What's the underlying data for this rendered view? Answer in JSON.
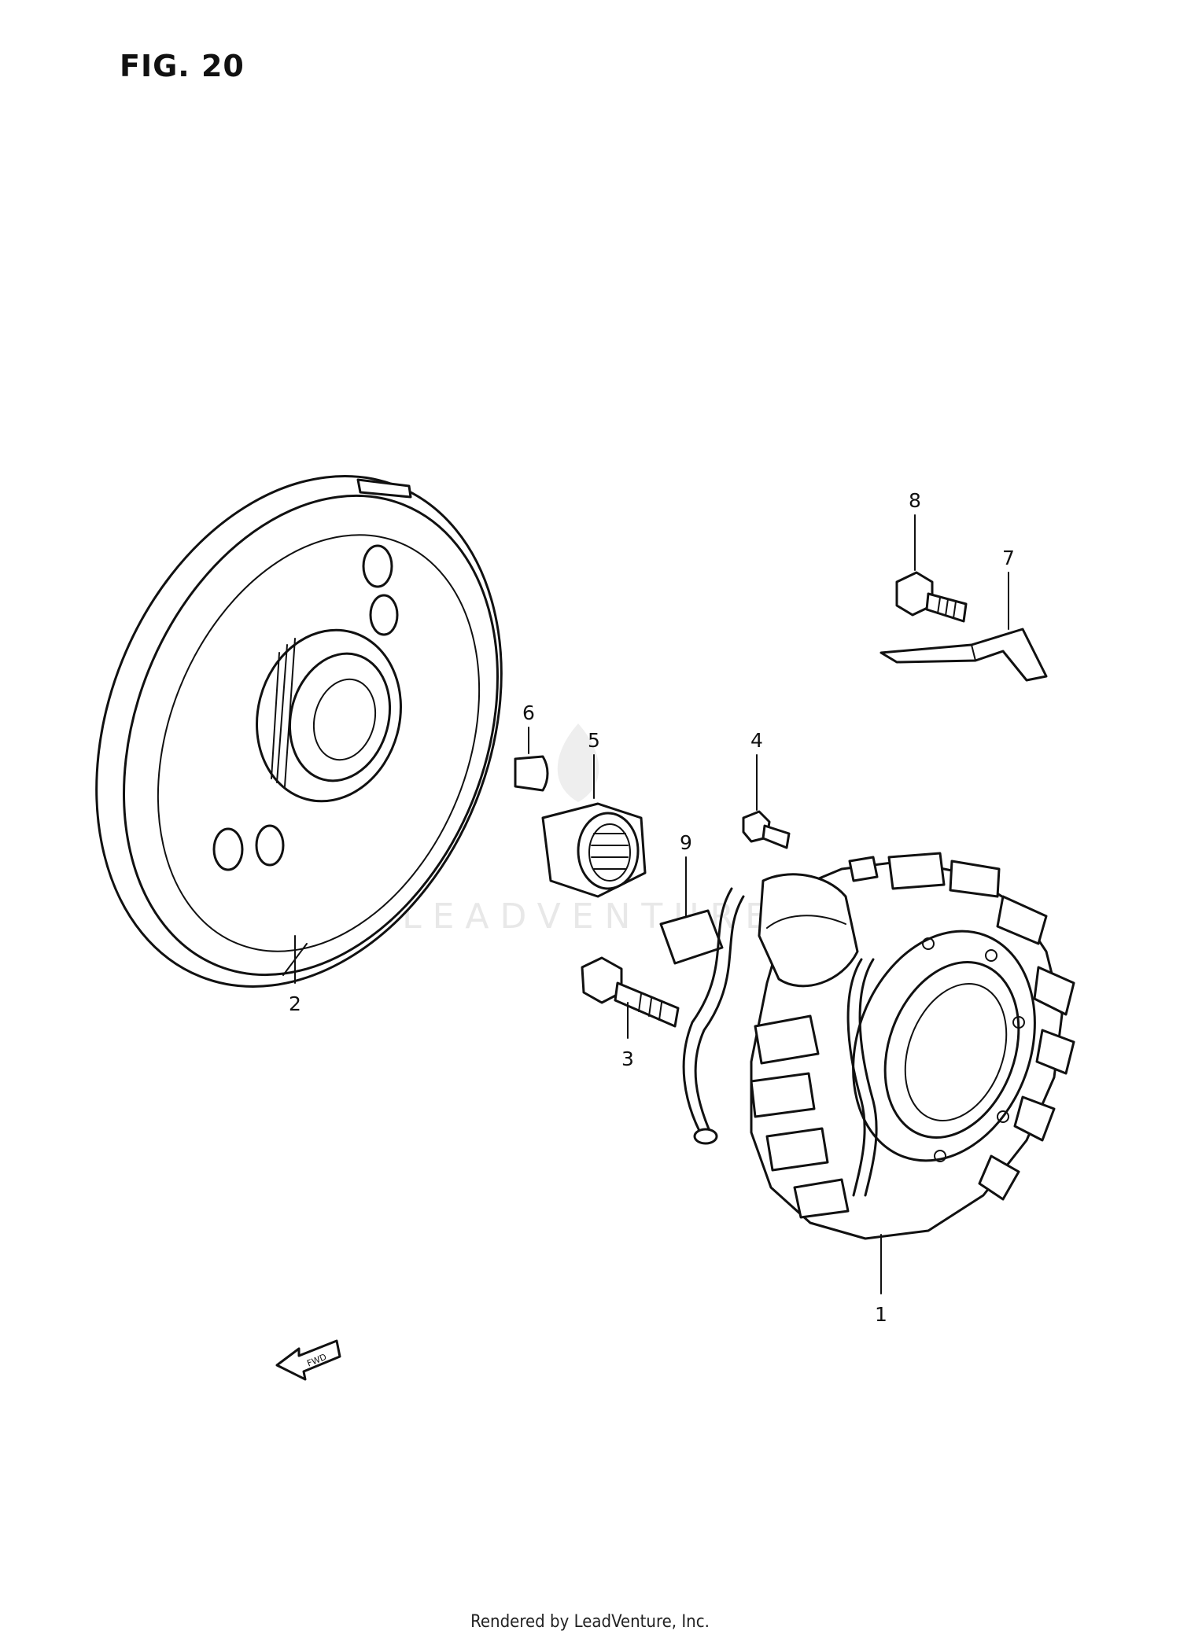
{
  "figure": {
    "title": "FIG. 20"
  },
  "watermark": {
    "text": "LEADVENTURE"
  },
  "callouts": [
    {
      "id": "1",
      "label": "1"
    },
    {
      "id": "2",
      "label": "2"
    },
    {
      "id": "3",
      "label": "3"
    },
    {
      "id": "4",
      "label": "4"
    },
    {
      "id": "5",
      "label": "5"
    },
    {
      "id": "6",
      "label": "6"
    },
    {
      "id": "7",
      "label": "7"
    },
    {
      "id": "8",
      "label": "8"
    },
    {
      "id": "9",
      "label": "9"
    }
  ],
  "direction_arrow": {
    "label": "FWD"
  },
  "footer": {
    "text": "Rendered by LeadVenture, Inc."
  },
  "colors": {
    "line": "#111111",
    "background": "#ffffff",
    "watermark": "#e8e8e8"
  }
}
